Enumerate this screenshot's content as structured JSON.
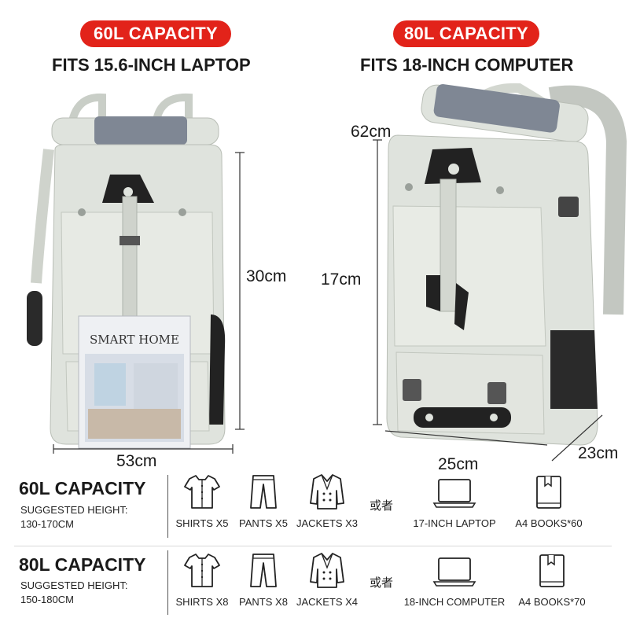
{
  "left": {
    "capacity_badge": "60L CAPACITY",
    "fits_text": "FITS 15.6-INCH LAPTOP",
    "height_dim": "30cm",
    "width_dim": "53cm",
    "book_cover_text": "SMART HOME"
  },
  "right": {
    "capacity_badge": "80L CAPACITY",
    "fits_text": "FITS 18-INCH COMPUTER",
    "top_dim": "62cm",
    "height_dim": "17cm",
    "width_dim": "25cm",
    "depth_dim": "23cm"
  },
  "specs": [
    {
      "title": "60L CAPACITY",
      "height_label": "SUGGESTED HEIGHT:",
      "height_range": "130-170CM",
      "items": [
        "SHIRTS X5",
        "PANTS X5",
        "JACKETS X3"
      ],
      "or_text": "或者",
      "alt_items": [
        "17-INCH LAPTOP",
        "A4 BOOKS*60"
      ]
    },
    {
      "title": "80L CAPACITY",
      "height_label": "SUGGESTED HEIGHT:",
      "height_range": "150-180CM",
      "items": [
        "SHIRTS X8",
        "PANTS X8",
        "JACKETS X4"
      ],
      "or_text": "或者",
      "alt_items": [
        "18-INCH COMPUTER",
        "A4 BOOKS*70"
      ]
    }
  ],
  "colors": {
    "badge_red": "#e2231a",
    "bag_body": "#dfe3dd",
    "bag_top_roll": "#7f8794"
  },
  "icons": [
    "shirt-icon",
    "pants-icon",
    "jacket-icon",
    "laptop-icon",
    "book-icon"
  ]
}
